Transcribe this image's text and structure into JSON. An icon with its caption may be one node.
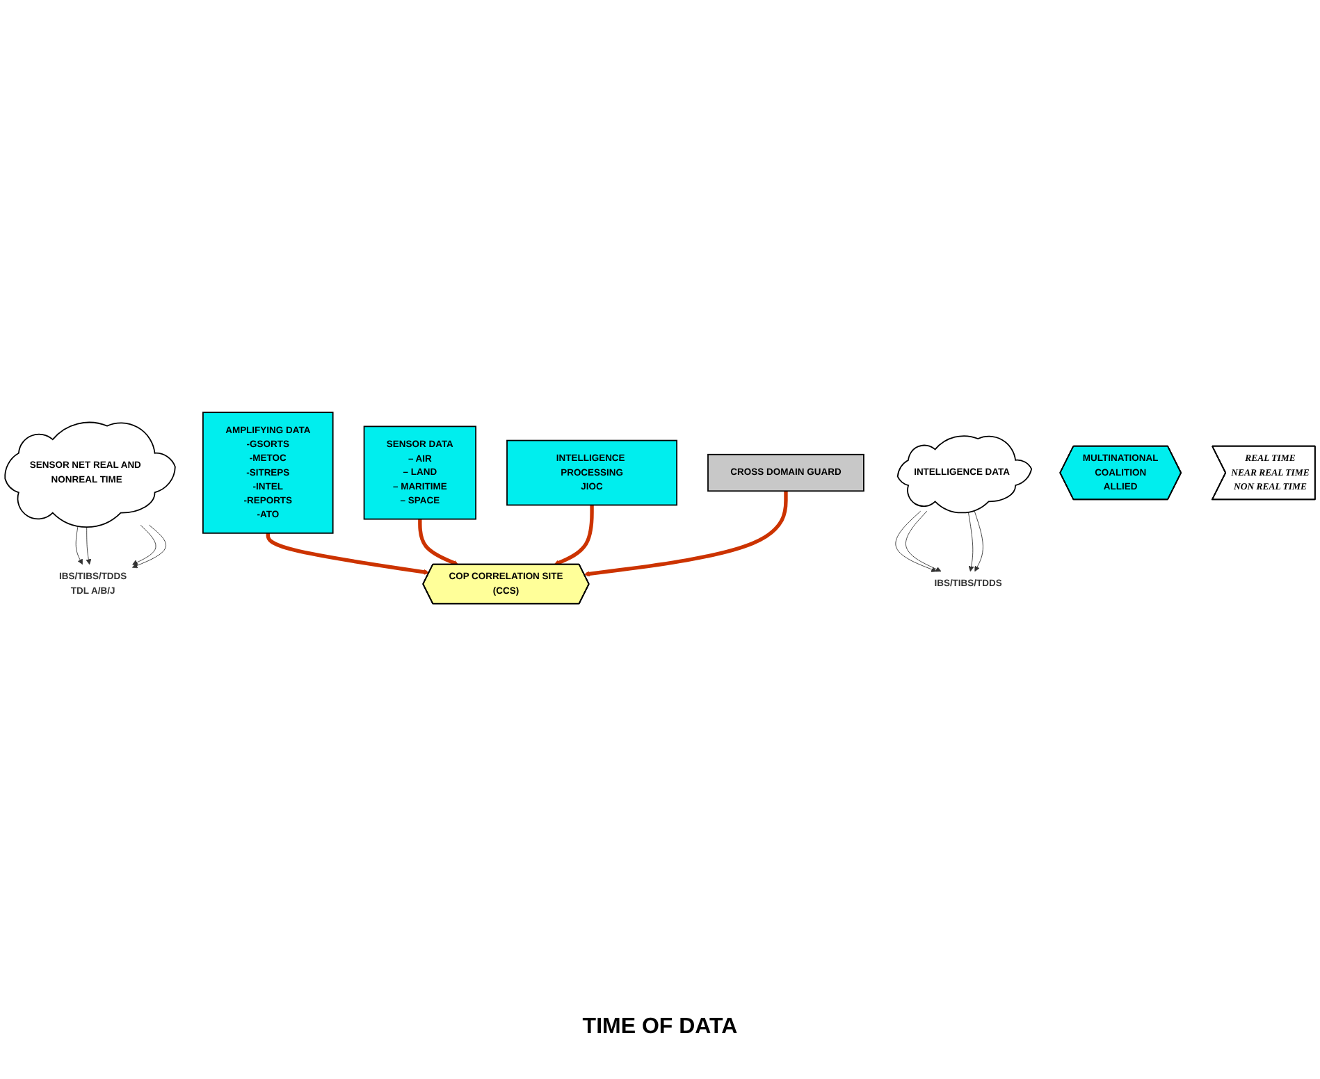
{
  "diagram": {
    "nodes": [
      {
        "text": [
          "SENSOR NET REAL AND NONREAL TIME"
        ]
      },
      {
        "text": [
          "AMPLIFYING DATA",
          "-GSORTS",
          "-METOC",
          "-SITREPS",
          "-INTEL",
          "-REPORTS",
          "-ATO"
        ]
      },
      {
        "text": [
          "INTELLIGENCE DATA"
        ]
      },
      {
        "text": [
          "IBS/TIBS/TDDS",
          "TDL A/B/J"
        ]
      },
      {
        "text": [
          "IBS/TIBS/TDDS"
        ]
      },
      {
        "text": [
          "COP CORRELATION SITE",
          "(CCS)"
        ]
      },
      {
        "text": [
          "SENSOR DATA",
          "– AIR",
          "– LAND",
          "– MARITIME",
          "– SPACE"
        ]
      },
      {
        "text": [
          "INTELLIGENCE PROCESSING",
          "JIOC"
        ]
      },
      {
        "text": [
          "CROSS DOMAIN GUARD"
        ]
      },
      {
        "text": [
          "MULTINATIONAL",
          "COALITION",
          "ALLIED"
        ]
      },
      {
        "text": [
          "REAL TIME",
          "NEAR REAL TIME",
          "NON REAL TIME"
        ]
      }
    ],
    "edges": [
      {
        "from": 0,
        "to": 3,
        "arrow": "to"
      },
      {
        "from": 0,
        "to": 3,
        "arrow": "to"
      },
      {
        "from": 0,
        "to": 3,
        "arrow": "to"
      },
      {
        "from": 0,
        "to": 3,
        "arrow": "to"
      },
      {
        "from": 2,
        "to": 4,
        "arrow": "to"
      },
      {
        "from": 2,
        "to": 4,
        "arrow": "to"
      },
      {
        "from": 2,
        "to": 4,
        "arrow": "to"
      },
      {
        "from": 2,
        "to": 4,
        "arrow": "to"
      },
      {
        "from": 1,
        "to": 5,
        "arrow": "to",
        "style": "thick",
        "color": "#cc3300"
      },
      {
        "from": 6,
        "to": 5,
        "arrow": "to",
        "style": "thick",
        "color": "#cc3300"
      },
      {
        "from": 7,
        "to": 5,
        "arrow": "to",
        "style": "thick",
        "color": "#cc3300"
      },
      {
        "from": 8,
        "to": 5,
        "arrow": "to",
        "style": "thick",
        "color": "#cc3300"
      }
    ],
    "labels": [
      "TIME OF DATA"
    ]
  }
}
